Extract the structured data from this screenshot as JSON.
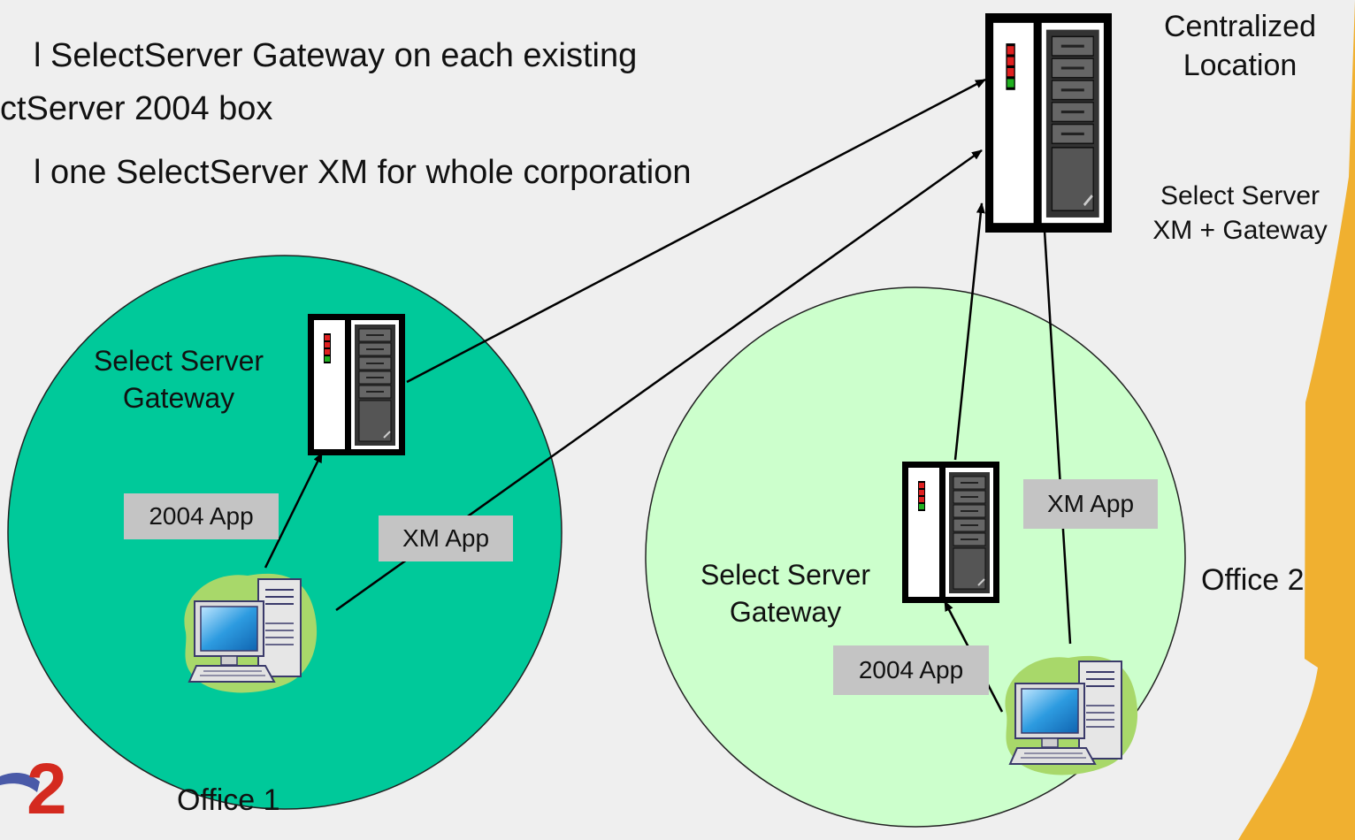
{
  "bullets": [
    "l SelectServer Gateway on each existing",
    "ctServer 2004 box",
    "l one SelectServer XM for whole corporation"
  ],
  "central": {
    "title_line1": "Centralized",
    "title_line2": "Location",
    "server_line1": "Select Server",
    "server_line2": "XM + Gateway"
  },
  "office1": {
    "name": "Office 1",
    "gateway_line1": "Select Server",
    "gateway_line2": "Gateway",
    "app_2004": "2004 App",
    "app_xm": "XM App"
  },
  "office2": {
    "name": "Office 2",
    "gateway_line1": "Select Server",
    "gateway_line2": "Gateway",
    "app_2004": "2004 App",
    "app_xm": "XM App"
  },
  "logo_text": "2",
  "colors": {
    "background": "#efefef",
    "office1_fill": "#00c99a",
    "office2_fill": "#ccffcc",
    "accent_orange": "#f0b030",
    "app_box": "#c4c4c4",
    "pc_blob": "#a8d86a",
    "monitor_screen": "#2d9be0"
  }
}
